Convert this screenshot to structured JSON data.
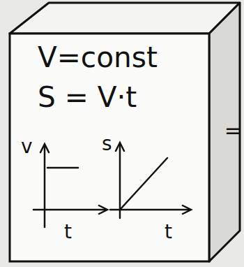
{
  "diagram": {
    "nodes": [
      {
        "text": [
          "V=const",
          "S = V·t"
        ]
      }
    ],
    "labels": [
      "v",
      "t",
      "s",
      "t",
      "="
    ]
  }
}
